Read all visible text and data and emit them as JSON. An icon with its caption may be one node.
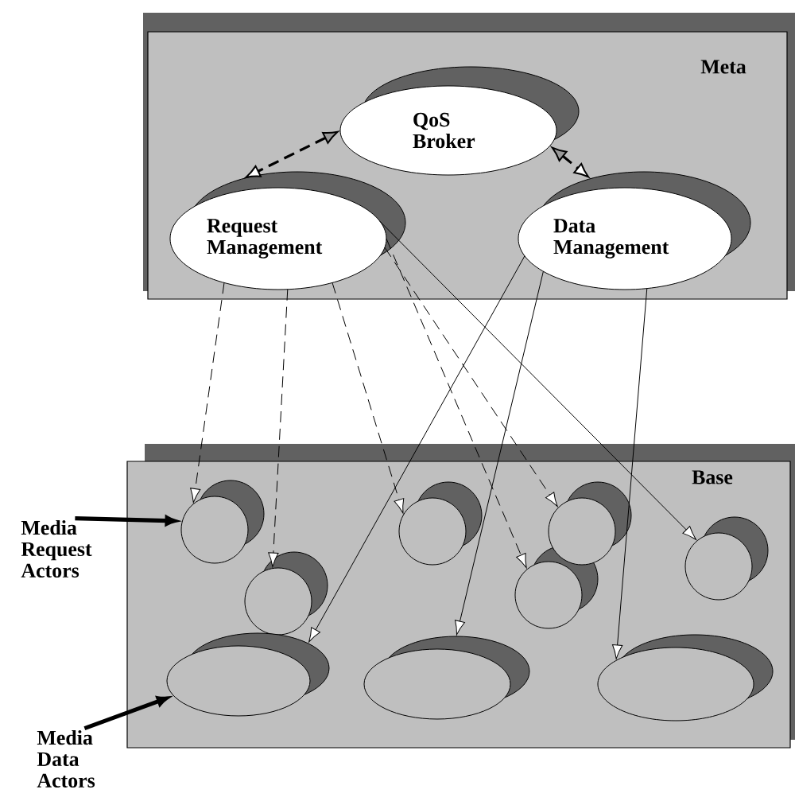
{
  "diagram": {
    "nodes": [
      {
        "text": [
          "Meta"
        ]
      },
      {
        "text": [
          "QoS Broker"
        ],
        "in": 0
      },
      {
        "text": [
          "Request Management"
        ],
        "in": 0
      },
      {
        "text": [
          "Data Management"
        ],
        "in": 0
      },
      {
        "text": [
          "Base"
        ]
      },
      {
        "text": [],
        "shape": "circle",
        "in": 4
      },
      {
        "text": [],
        "shape": "circle",
        "in": 4
      },
      {
        "text": [],
        "shape": "circle",
        "in": 4
      },
      {
        "text": [],
        "shape": "circle",
        "in": 4
      },
      {
        "text": [],
        "shape": "circle",
        "in": 4
      },
      {
        "text": [],
        "shape": "circle",
        "in": 4
      },
      {
        "text": [],
        "shape": "ellipse",
        "in": 4
      },
      {
        "text": [],
        "shape": "ellipse",
        "in": 4
      },
      {
        "text": [],
        "shape": "ellipse",
        "in": 4
      },
      {
        "text": [
          "Media Request Actors"
        ]
      },
      {
        "text": [
          "Media Data Actors"
        ]
      }
    ],
    "edges": [
      {
        "from": 1,
        "to": 2,
        "arrow": "both",
        "style": "dashed"
      },
      {
        "from": 1,
        "to": 3,
        "arrow": "both",
        "style": "dashed"
      },
      {
        "from": 2,
        "to": 5,
        "arrow": "to",
        "style": "dashed"
      },
      {
        "from": 2,
        "to": 6,
        "arrow": "to",
        "style": "dashed"
      },
      {
        "from": 2,
        "to": 7,
        "arrow": "to",
        "style": "dashed"
      },
      {
        "from": 2,
        "to": 8,
        "arrow": "to",
        "style": "dashed"
      },
      {
        "from": 2,
        "to": 9,
        "arrow": "to",
        "style": "dashed"
      },
      {
        "from": 2,
        "to": 10,
        "arrow": "to"
      },
      {
        "from": 3,
        "to": 11,
        "arrow": "to"
      },
      {
        "from": 3,
        "to": 12,
        "arrow": "to"
      },
      {
        "from": 3,
        "to": 13,
        "arrow": "to"
      },
      {
        "from": 14,
        "to": 5,
        "arrow": "to",
        "style": "thick"
      },
      {
        "from": 15,
        "to": 11,
        "arrow": "to",
        "style": "thick"
      }
    ]
  }
}
